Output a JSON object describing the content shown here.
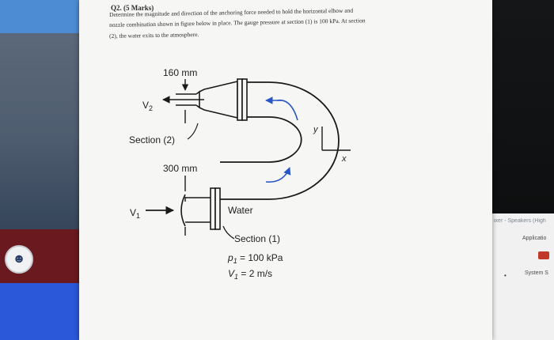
{
  "question": {
    "title": "Q2. (5 Marks)",
    "line1": "Determine the magnitude and direction of the anchoring force needed to hold the horizontal elbow and",
    "line2": "nozzle combination shown in figure below in place. The gauge pressure at section (1) is 100 kPa. At section",
    "line3": "(2), the water exits to the atmosphere."
  },
  "diagram": {
    "dim_top": "160 mm",
    "v2": "V",
    "v2_sub": "2",
    "section2": "Section (2)",
    "dim_mid": "300 mm",
    "v1": "V",
    "v1_sub": "1",
    "water": "Water",
    "section1": "Section (1)",
    "p1": "p",
    "p1_sub": "1",
    "p1_eq": " = 100 kPa",
    "vv1": "V",
    "vv1_sub": "1",
    "v1_eq": " = 2 m/s",
    "axis_y": "y",
    "axis_x": "x"
  },
  "desktop": {
    "speakers": "ixer - Speakers (High",
    "applications": "Applicatio",
    "system": "System S"
  },
  "colors": {
    "pipe_outline": "#1a1a1a",
    "flow_arrow": "#2a55c8",
    "sheet": "#f6f6f4"
  },
  "icons": {
    "user_avatar": "person-icon",
    "app_icon": "red-square-icon"
  }
}
